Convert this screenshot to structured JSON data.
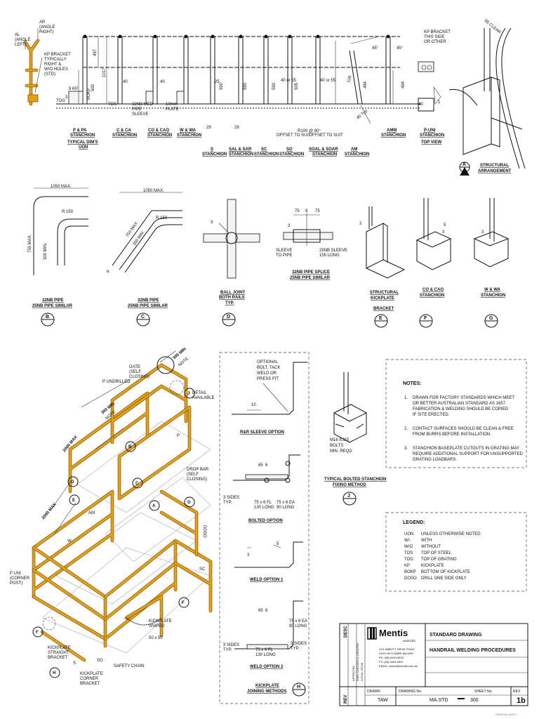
{
  "stanchions": {
    "labels": [
      [
        "P & PA",
        "STANCHION",
        "TYPICAL DIM'S",
        "UON"
      ],
      [
        "C & CA",
        "STANCHION"
      ],
      [
        "CO & CAO",
        "STANCHION"
      ],
      [
        "W & WA",
        "STANCHION"
      ],
      [
        "S",
        "STANCHION"
      ],
      [
        "SAL & SAR",
        "STANCHION"
      ],
      [
        "SC",
        "STANCHION"
      ],
      [
        "SO",
        "STANCHION"
      ],
      [
        "SOAL & SOAR",
        "STANCHION"
      ],
      [
        "AM",
        "STANCHION"
      ],
      [
        "AMM",
        "STANCHION"
      ],
      [
        "P-UNI",
        "STANCHION",
        "TOP VIEW"
      ]
    ],
    "left_notes": [
      "AR",
      "(ANGLE",
      "RIGHT)",
      "AL",
      "(ANGLE",
      "LEFT)",
      "KP BRACKET",
      "TYPICALLY",
      "RIGHT &",
      "W/O HOLES",
      "(STD)"
    ],
    "dims": [
      "457",
      "1017",
      "500",
      "BOKP",
      "8 KP",
      "TOG",
      "TOS",
      "40",
      "40",
      "29",
      "29",
      "25",
      "590",
      "590",
      "590",
      "505",
      "40 or 55",
      "40 or 55",
      "126",
      "484",
      "494",
      "45 Typ.",
      "R100 @ 90°",
      "OFFSET TO SUIT",
      "OFFSET TO SUIT",
      "45°",
      "45°",
      "3",
      "40",
      "32NB MED",
      "PIPE",
      "SLEEVE",
      "10mm",
      "PLATE",
      "3"
    ],
    "puni_notes": [
      "KP BRACKET",
      "THIS SIDE",
      "OR OTHER",
      "65 CLEAR",
      "1"
    ],
    "structural": [
      "STRUCTURAL",
      "ARRANGEMENT"
    ],
    "section_A": "A"
  },
  "details": {
    "B": {
      "lines": [
        "32NB PIPE",
        "25NB PIPE SIMILAR"
      ],
      "letter": "B",
      "dims": [
        "1050 MAX.",
        "R 150",
        "750 MAX.",
        "300 MIN."
      ]
    },
    "C": {
      "lines": [
        "32NB PIPE",
        "25NB PIPE SIMILAR"
      ],
      "letter": "C",
      "dims": [
        "1050 MAX.",
        "750 MAX.",
        "300 MIN.",
        "R 150",
        "α"
      ]
    },
    "D": {
      "lines": [
        "BALL JOINT",
        "BOTH RAILS",
        "TYP."
      ],
      "letter": "D",
      "dims": [
        "3"
      ]
    },
    "splice": {
      "lines": [
        "32NB PIPE SPLICE",
        "25NB PIPE SIMILAR"
      ],
      "dims": [
        "75",
        "6",
        "75",
        "3",
        "SLEEVE",
        "TO PIPE",
        "25NB SLEEVE",
        "155 LONG"
      ]
    },
    "E": {
      "lines": [
        "STRUCTURAL",
        "KICKPLATE",
        "BRACKET"
      ],
      "letter": "E",
      "dims": [
        "3"
      ]
    },
    "F": {
      "lines": [
        "CO & CAO",
        "STANCHION"
      ],
      "letter": "F",
      "dims": [
        "5",
        "3"
      ]
    },
    "G": {
      "lines": [
        "W & WA",
        "STANCHION"
      ],
      "letter": "G",
      "dims": [
        "3"
      ]
    }
  },
  "iso": {
    "labels": [
      "GATE",
      "(SELF",
      "CLOSING)",
      "P UNDRILLED",
      "300 MIN",
      "NOTE",
      "300 MIN",
      "NOTE",
      "2000 MAX",
      "2000 MAX",
      "DETAIL",
      "AVAILABLE",
      "DROP BAR",
      "(SELF",
      "CLOSING)",
      "AM",
      "SC",
      "P UNI",
      "(CORNER",
      "POST)",
      "KICKPLATE",
      "STRAIGHT",
      "BRACKET",
      "KICKPLATE",
      "CORNER",
      "BRACKET",
      "SAFETY CHAIN",
      "KICKPLATE",
      "SNIPED",
      "50 x 50",
      "S",
      "SO",
      "W",
      "P",
      "B",
      "C",
      "A",
      "DOSO",
      "F",
      "F",
      "D",
      "E",
      "G",
      "H",
      "J"
    ]
  },
  "options": {
    "rr_sleeve": {
      "title": "R&R SLEEVE OPTION",
      "notes": [
        "OPTIONAL",
        "BOLT, TACK",
        "WELD OR",
        "PRESS FIT",
        "10"
      ]
    },
    "bolted": {
      "title": "BOLTED OPTION",
      "notes": [
        "65",
        "6",
        "3 SIDES",
        "TYP.",
        "75 x 6 FL",
        "130 LONG",
        "75 x 6 EA",
        "90 LONG"
      ]
    },
    "weld1": {
      "title": "WELD OPTION 1",
      "notes": [
        "5",
        "3"
      ]
    },
    "weld2": {
      "title": "WELD OPTION 2",
      "notes": [
        "65",
        "6",
        "75 x 6 EA",
        "90 LONG",
        "3 SIDES",
        "TYP.",
        "75 x 6 FL",
        "130 LONG",
        "3 SIDES",
        "TYP."
      ]
    },
    "joining": {
      "title": [
        "KICKPLATE",
        "JOINING METHODS"
      ],
      "letter": "H"
    }
  },
  "bolted_stanchion": {
    "notes": [
      "M16 8.8/S",
      "BOLTS",
      "MIN. REQD"
    ],
    "title": [
      "TYPICAL BOLTED STANCHION",
      "FIXING METHOD"
    ],
    "letter": "J"
  },
  "notes": {
    "heading": "NOTES:",
    "items": [
      {
        "num": "1.",
        "lines": [
          "DRAWN FOR FACTORY STANDARDS WHICH MEET",
          "OR BETTER AUSTRALIAN STANDARD AS 1657.",
          "FABRICATION & WELDING SHOULD BE COPIED",
          "IF SITE ERECTED."
        ]
      },
      {
        "num": "2.",
        "lines": [
          "CONTACT SURFACES SHOULD BE CLEAN & FREE",
          "FROM BURRS BEFORE INSTALLATION."
        ]
      },
      {
        "num": "3.",
        "lines": [
          "STANCHION BASEPLATE CUTOUTS IN GRATING MAY",
          "REQUIRE ADDITIONAL SUPPORT FOR UNSUPPORTED",
          "GRATING LOADBARS."
        ]
      }
    ]
  },
  "legend": {
    "heading": "LEGEND:",
    "items": [
      {
        "k": "UON",
        "v": "UNLESS OTHERWISE NOTED"
      },
      {
        "k": "W/-",
        "v": "WITH"
      },
      {
        "k": "W/O",
        "v": "WITHOUT"
      },
      {
        "k": "TOS",
        "v": "TOP OF STEEL"
      },
      {
        "k": "TOG",
        "v": "TOP OF GRATING"
      },
      {
        "k": "KP",
        "v": "KICKPLATE"
      },
      {
        "k": "BOKP",
        "v": "BOTTOM OF KICKPLATE"
      },
      {
        "k": "DOSO",
        "v": "DRILL ONE SIDE ONLY"
      }
    ]
  },
  "titleblock": {
    "company": "Mentis",
    "company_sub": "australia",
    "address": [
      "1/21 ABBOTT DRIVE ROAD",
      "HIGH WYCOMBE  WA  6057",
      "PH: (08) 9454 6833",
      "FX: (08) 9454 6822",
      "EMAIL: admin@mentis.com.au"
    ],
    "desc_head": "DESC",
    "rev_head": "REV",
    "rev_lines": [
      "APPROVED",
      "DIMS CHECKED & UPDATED",
      "INITIAL ISSUE"
    ],
    "title1": "STANDARD DRAWING",
    "title2": "HANDRAIL WELDING PROCEDURES",
    "drawn_label": "DRAWN",
    "drawn_value": "TAW",
    "drawing_no_label": "DRAWING No.",
    "drawing_no_value": "MA.STD",
    "sheet_label": "SHEET No.",
    "sheet_value": "300",
    "rev_label": "REV",
    "rev_value": "1b",
    "footer": "PRINTED WITH ..."
  }
}
